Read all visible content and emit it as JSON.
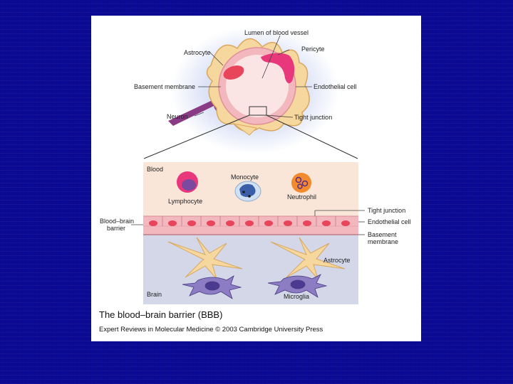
{
  "labels": {
    "lumen": "Lumen of blood vessel",
    "astrocyte_top": "Astrocyte",
    "pericyte": "Pericyte",
    "basement_membrane": "Basement membrane",
    "endothelial_cell": "Endothelial cell",
    "neuron": "Neuron",
    "tight_junction": "Tight junction",
    "blood": "Blood",
    "monocyte": "Monocyte",
    "lymphocyte": "Lymphocyte",
    "neutrophil": "Neutrophil",
    "bbb_line1": "Blood–brain",
    "bbb_line2": "barrier",
    "tight_junction_2": "Tight junction",
    "endothelial_cell_2": "Endothelial cell",
    "basement_membrane_2a": "Basement",
    "basement_membrane_2b": "membrane",
    "astrocyte_bottom": "Astrocyte",
    "brain": "Brain",
    "microglia": "Microglia"
  },
  "caption": {
    "title": "The blood–brain barrier (BBB)",
    "credit": "Expert Reviews in Molecular Medicine © 2003 Cambridge University Press"
  },
  "colors": {
    "background": "#0a0a96",
    "blood_region": "#f9e6d8",
    "brain_region": "#d3d7e8",
    "endothelium": "#f3b8be",
    "nucleus": "#e8445a",
    "astrocyte": "#f6d79e",
    "astrocyte_edge": "#d9a860",
    "pericyte": "#e8377a",
    "neuron": "#8a3b86",
    "microglia": "#6f5aa8",
    "neutrophil": "#f28a2e",
    "monocyte": "#3a5ea8"
  }
}
